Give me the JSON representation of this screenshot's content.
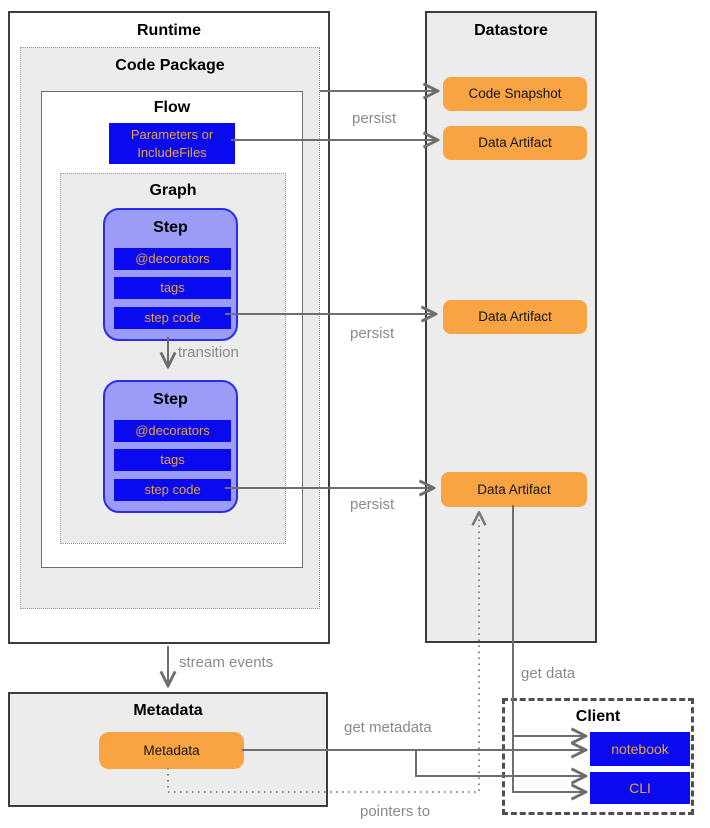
{
  "colors": {
    "panel_gray": "#ececec",
    "blue": "#0a0af0",
    "step_fill": "#9b9bf8",
    "step_border": "#2b2bef",
    "orange": "#f9a442",
    "orange_text": "#e9a43c",
    "arrow_gray": "#6e6e6e",
    "label_gray": "#8a8a8a"
  },
  "runtime": {
    "title": "Runtime",
    "code_package": {
      "title": "Code Package",
      "flow": {
        "title": "Flow",
        "parameters_box": "Parameters or\nIncludeFiles",
        "graph": {
          "title": "Graph",
          "steps": [
            {
              "title": "Step",
              "rows": [
                "@decorators",
                "tags",
                "step code"
              ]
            },
            {
              "title": "Step",
              "rows": [
                "@decorators",
                "tags",
                "step code"
              ]
            }
          ]
        }
      }
    }
  },
  "datastore": {
    "title": "Datastore",
    "code_snapshot": "Code Snapshot",
    "data_artifact_1": "Data Artifact",
    "data_artifact_2": "Data Artifact",
    "data_artifact_3": "Data Artifact"
  },
  "metadata_panel": {
    "title": "Metadata",
    "service_box": "Metadata"
  },
  "client": {
    "title": "Client",
    "notebook": "notebook",
    "cli": "CLI"
  },
  "edge_labels": {
    "persist_top": "persist",
    "persist_mid": "persist",
    "persist_bottom": "persist",
    "transition": "transition",
    "stream_events": "stream events",
    "get_data": "get data",
    "get_metadata": "get metadata",
    "pointers_to": "pointers to"
  }
}
